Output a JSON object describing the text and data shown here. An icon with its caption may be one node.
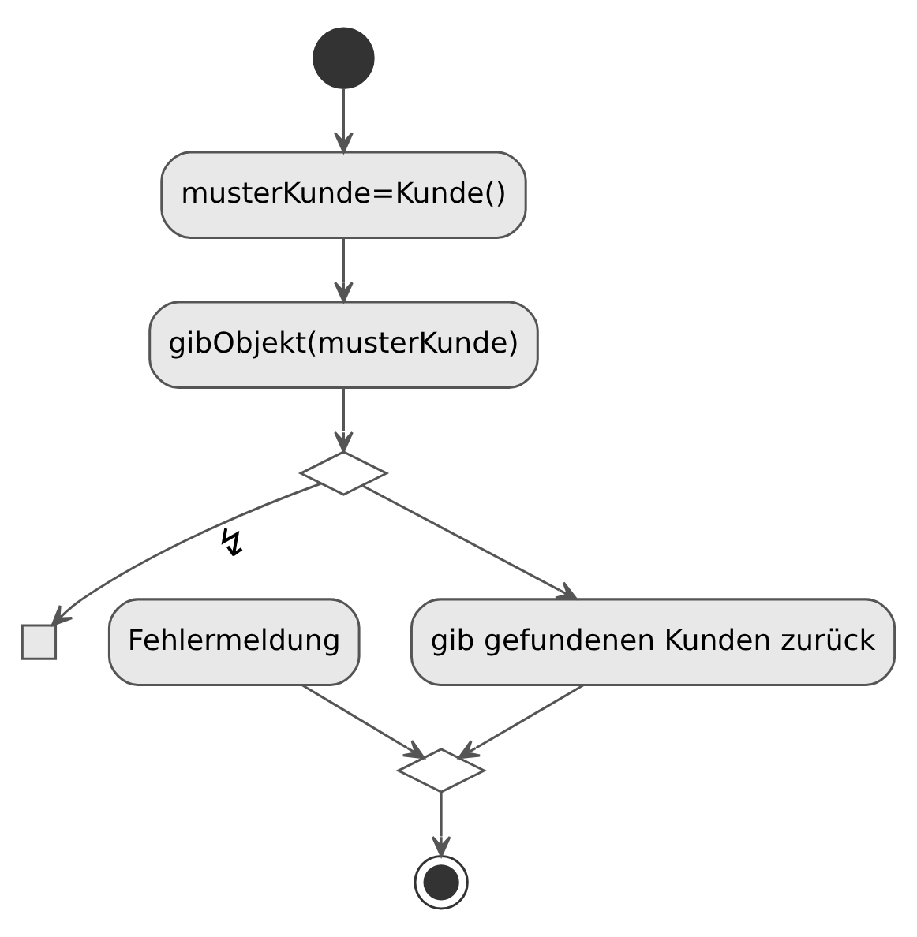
{
  "diagram": {
    "nodes": [
      {
        "text": [],
        "shape": "circle"
      },
      {
        "text": [
          "musterKunde=Kunde()"
        ]
      },
      {
        "text": [
          "gibObjekt(musterKunde)"
        ]
      },
      {
        "text": [],
        "shape": "diamond"
      },
      {
        "text": [],
        "shape": "box"
      },
      {
        "text": [
          "Fehlermeldung"
        ]
      },
      {
        "text": [
          "gib gefundenen Kunden zurück"
        ]
      },
      {
        "text": [],
        "shape": "diamond"
      },
      {
        "text": [],
        "shape": "circle"
      }
    ],
    "edges": [
      {
        "from": 0,
        "to": 1,
        "arrow": "to"
      },
      {
        "from": 1,
        "to": 2,
        "arrow": "to"
      },
      {
        "from": 2,
        "to": 3,
        "arrow": "to"
      },
      {
        "from": 3,
        "to": 4,
        "arrow": "to",
        "label": "↯"
      },
      {
        "from": 3,
        "to": 6,
        "arrow": "to"
      },
      {
        "from": 5,
        "to": 7,
        "arrow": "to"
      },
      {
        "from": 6,
        "to": 7,
        "arrow": "to"
      },
      {
        "from": 7,
        "to": 8,
        "arrow": "to"
      }
    ]
  }
}
